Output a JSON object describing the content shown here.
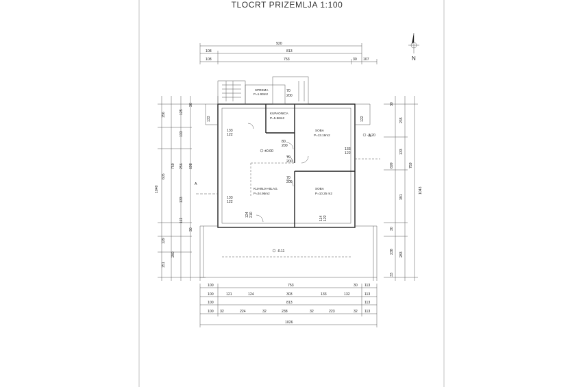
{
  "title": "TLOCRT PRIZEMLJA 1:100",
  "north_label": "N",
  "section_label": "A",
  "top_dims": {
    "row1": [
      "920"
    ],
    "row2": [
      "108",
      "813"
    ],
    "row3": [
      "108",
      "753",
      "30",
      "107"
    ]
  },
  "bottom_dims": {
    "row1": [
      "100",
      "753",
      "30",
      "113"
    ],
    "row2": [
      "100",
      "121",
      "124",
      "303",
      "133",
      "132",
      "113"
    ],
    "row3": [
      "100",
      "813",
      "113"
    ],
    "row4": [
      "100",
      "32",
      "224",
      "32",
      "238",
      "32",
      "223",
      "32",
      "113"
    ],
    "row5": [
      "1026"
    ]
  },
  "left_dims": [
    "156",
    "125",
    "133",
    "759",
    "256",
    "698",
    "1040",
    "605",
    "133",
    "112",
    "129",
    "151",
    "280",
    "30",
    "30"
  ],
  "right_dims": [
    "235",
    "133",
    "699",
    "759",
    "1043",
    "391",
    "238",
    "283",
    "30",
    "30",
    "33"
  ],
  "rooms": {
    "sprema": {
      "name": "SPREMA",
      "area": "P=1.93m2"
    },
    "kupaonica": {
      "name": "KUPAONICA",
      "area": "P=5.86m2"
    },
    "soba1": {
      "name": "SOBA",
      "area": "P=13.19m2"
    },
    "kuhinja": {
      "name": "KUHINJA+BLAG.",
      "area": "P=24.95m2"
    },
    "soba2": {
      "name": "SOBA",
      "area": "P=10.25 m2"
    }
  },
  "openings": [
    "70",
    "200",
    "133",
    "122",
    "133",
    "122",
    "80",
    "200",
    "70",
    "200",
    "70",
    "200",
    "133",
    "122",
    "124",
    "210",
    "114",
    "122",
    "133",
    "122"
  ],
  "levels": [
    "±0.00",
    "-0.20",
    "-0.11"
  ]
}
